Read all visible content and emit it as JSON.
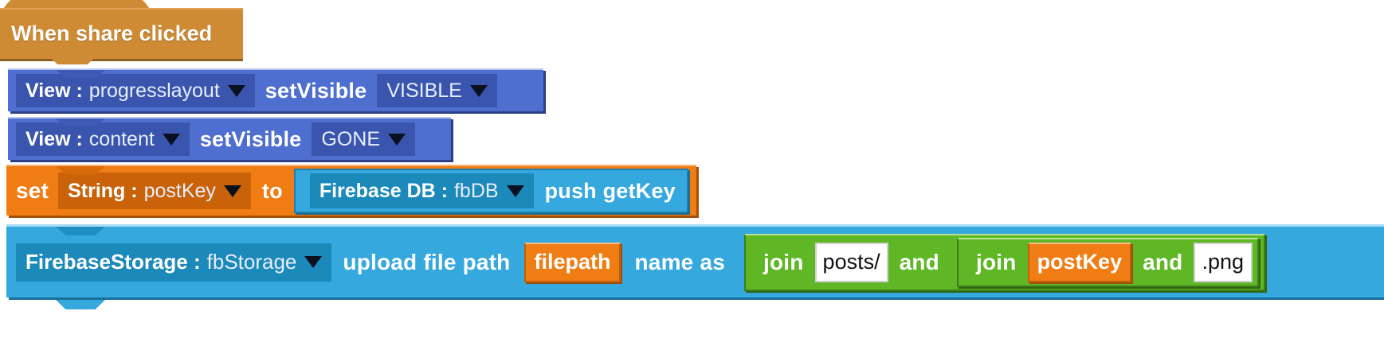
{
  "editor": {
    "name": "block-programming-canvas",
    "background": "#ffffff",
    "palette": {
      "event_orange": "#cf8b33",
      "view_blue": "#4f6fd0",
      "variable_orange": "#ef7d14",
      "firebase_cyan": "#35a8dd",
      "text_green": "#5fb726",
      "field_white": "#ffffff"
    }
  },
  "script": {
    "hat": {
      "label": "When share clicked"
    },
    "blocks": [
      {
        "type": "view-set-visible",
        "component_tag": "View :",
        "component_value": "progresslayout",
        "method": "setVisible",
        "visibility_value": "VISIBLE"
      },
      {
        "type": "view-set-visible",
        "component_tag": "View :",
        "component_value": "content",
        "method": "setVisible",
        "visibility_value": "GONE"
      },
      {
        "type": "set-variable",
        "set_label": "set",
        "variable_tag": "String :",
        "variable_value": "postKey",
        "to_label": "to",
        "value_block": {
          "type": "firebase-db-push-getkey",
          "component_tag": "Firebase DB :",
          "component_value": "fbDB",
          "method": "push getKey"
        }
      },
      {
        "type": "firebase-storage-upload",
        "component_tag": "FirebaseStorage :",
        "component_value": "fbStorage",
        "method_a": "upload file path",
        "filepath_variable": "filepath",
        "method_b": "name as",
        "name_expression": {
          "type": "join",
          "label": "join",
          "and_label": "and",
          "first": "posts/",
          "second": {
            "type": "join",
            "label": "join",
            "and_label": "and",
            "first_variable": "postKey",
            "second": ".png"
          }
        }
      }
    ]
  }
}
